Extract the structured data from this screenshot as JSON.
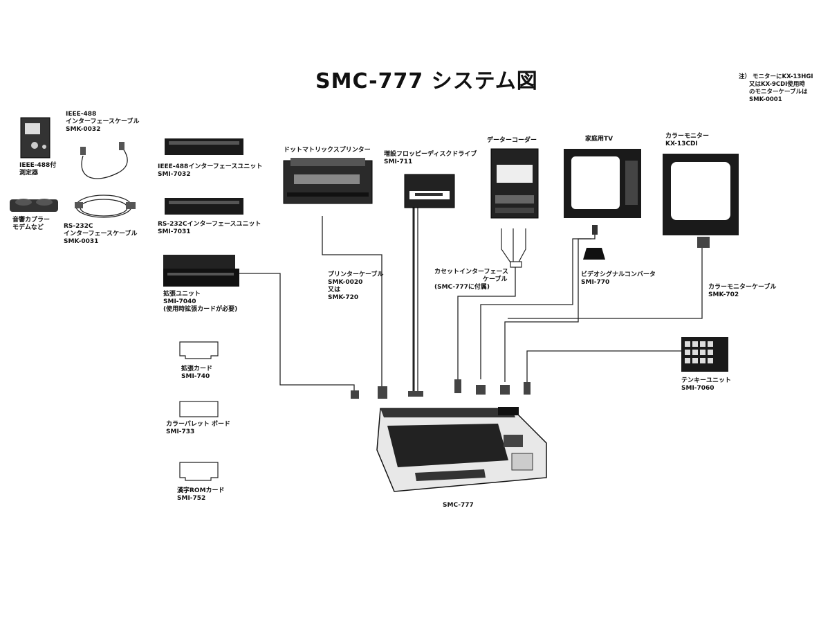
{
  "title": "SMC-777 システム図",
  "note": {
    "prefix": "注）",
    "lines": [
      "モニターにKX-13HGI",
      "又はKX-9CDI使用時",
      "のモニターケーブルは",
      "SMK-0001"
    ]
  },
  "labels": {
    "ieee_device": [
      "IEEE-488付",
      "測定器"
    ],
    "ieee_cable": [
      "IEEE-488",
      "インターフェースケーブル",
      "SMK-0032"
    ],
    "acoustic_coupler": [
      "音響カプラー",
      "モデムなど"
    ],
    "rs232c_cable": [
      "RS-232C",
      "インターフェースケーブル",
      "SMK-0031"
    ],
    "ieee_unit": [
      "IEEE-488インターフェースユニット",
      "SMI-7032"
    ],
    "rs232c_unit": [
      "RS-232Cインターフェースユニット",
      "SMI-7031"
    ],
    "expansion_unit": [
      "拡張ユニット",
      "SMI-7040",
      "(使用時拡張カードが必要)"
    ],
    "expansion_card": [
      "拡張カード",
      "SMI-740"
    ],
    "color_palette_board": [
      "カラーパレット ボード",
      "SMI-733"
    ],
    "kanji_rom_card": [
      "漢字ROMカード",
      "SMI-752"
    ],
    "dot_matrix_printer": [
      "ドットマトリックスプリンター"
    ],
    "printer_cable": [
      "プリンターケーブル",
      "SMK-0020",
      "又は",
      "SMK-720"
    ],
    "floppy_drive": [
      "増設フロッピーディスクドライブ",
      "SMI-711"
    ],
    "data_recorder": [
      "データーコーダー"
    ],
    "cassette_cable": [
      "カセットインターフェース",
      "ケーブル",
      "(SMC-777に付属)"
    ],
    "home_tv": [
      "家庭用TV"
    ],
    "video_converter": [
      "ビデオシグナルコンバータ",
      "SMI-770"
    ],
    "color_monitor": [
      "カラーモニター",
      "KX-13CDI"
    ],
    "color_monitor_cable": [
      "カラーモニターケーブル",
      "SMK-702"
    ],
    "tenkey_unit": [
      "テンキーユニット",
      "SMI-7060"
    ],
    "main_unit": [
      "SMC-777"
    ]
  }
}
